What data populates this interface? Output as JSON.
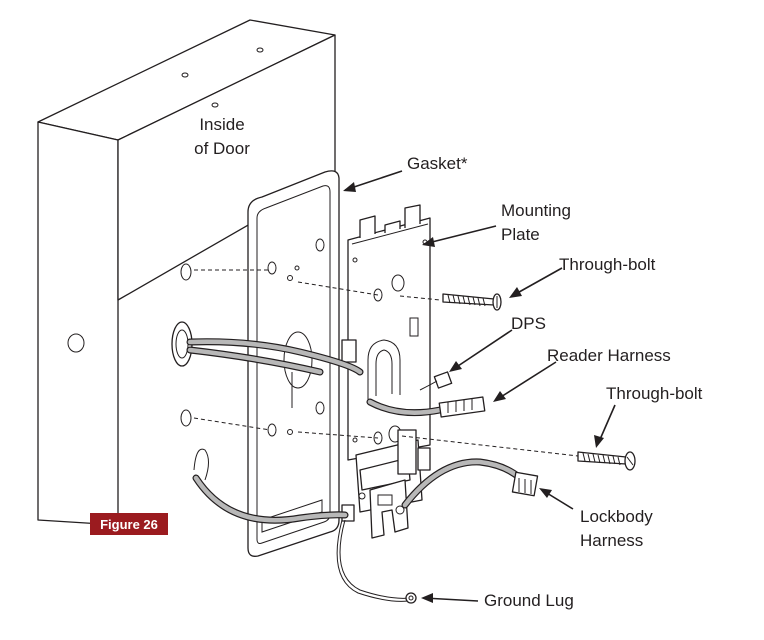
{
  "labels": {
    "inside_of_door_line1": "Inside",
    "inside_of_door_line2": "of Door",
    "gasket": "Gasket*",
    "mounting_plate_line1": "Mounting",
    "mounting_plate_line2": "Plate",
    "through_bolt_top": "Through-bolt",
    "dps": "DPS",
    "reader_harness": "Reader Harness",
    "through_bolt_bottom": "Through-bolt",
    "lockbody_harness_line1": "Lockbody",
    "lockbody_harness_line2": "Harness",
    "ground_lug": "Ground Lug"
  },
  "figure": {
    "label": "Figure 26",
    "badge_color": "#9b1b1f"
  },
  "colors": {
    "line": "#231f20",
    "cable_fill": "#b8b8b8",
    "background": "#ffffff"
  }
}
